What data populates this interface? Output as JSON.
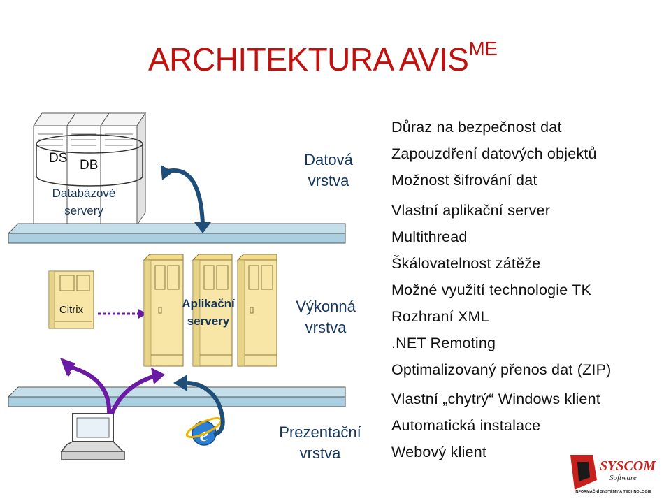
{
  "title": {
    "main": "ARCHITEKTURA AVIS",
    "superscript": "ME"
  },
  "layers": {
    "data": {
      "line1": "Datová",
      "line2": "vrstva"
    },
    "exec": {
      "line1": "Výkonná",
      "line2": "vrstva"
    },
    "presentation": {
      "line1": "Prezentační",
      "line2": "vrstva"
    }
  },
  "diagram": {
    "ds_label": "DS",
    "db_label": "DB",
    "db_servers_line1": "Databázové",
    "db_servers_line2": "servery",
    "citrix_label": "Citrix",
    "app_servers_line1": "Aplikační",
    "app_servers_line2": "servery"
  },
  "features": {
    "data": [
      "Důraz na bezpečnost dat",
      "Zapouzdření datových objektů",
      "Možnost šifrování dat"
    ],
    "exec": [
      "Vlastní aplikační server",
      "Multithread",
      "Škálovatelnost zátěže",
      "Možné využití technologie TK",
      "Rozhraní XML",
      ".NET Remoting",
      "Optimalizovaný přenos dat (ZIP)"
    ],
    "presentation": [
      "Vlastní „chytrý“ Windows klient",
      "Automatická instalace",
      "Webový klient"
    ]
  },
  "logo": {
    "brand": "SYSCOM",
    "sub": "Software",
    "tagline": "INFORMAČNÍ SYSTÉMY A TECHNOLOGIE"
  },
  "colors": {
    "title": "#c0110e",
    "layer_text": "#16365c",
    "arrow_blue": "#1f4e79",
    "arrow_purple": "#6b1aa3",
    "divider_fill": "#a9cfe0",
    "app_server": "#f7e6a6"
  }
}
